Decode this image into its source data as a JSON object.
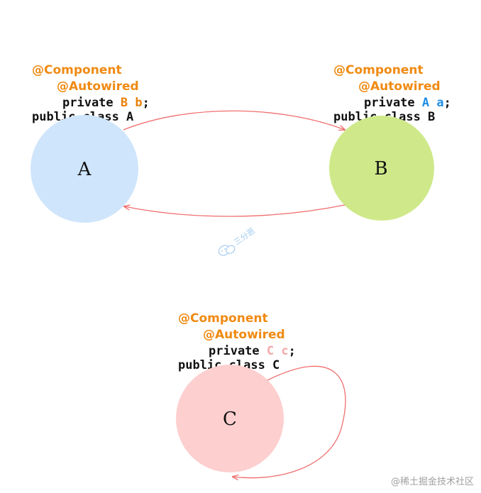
{
  "classes": {
    "a": {
      "annotation": "@Component",
      "declaration": "public class A",
      "field_annotation": "@Autowired",
      "field_keyword": "private",
      "field_type": "B",
      "field_name": "b",
      "field_end": ";",
      "node_label": "A",
      "node_color": "#cfe5fb",
      "type_color": "#e8820a",
      "name_color": "#e8820a"
    },
    "b": {
      "annotation": "@Component",
      "declaration": "public class B",
      "field_annotation": "@Autowired",
      "field_keyword": "private",
      "field_type": "A",
      "field_name": "a",
      "field_end": ";",
      "node_label": "B",
      "node_color": "#cfe98a",
      "type_color": "#1f8ee6",
      "name_color": "#1f8ee6"
    },
    "c": {
      "annotation": "@Component",
      "declaration": "public class C",
      "field_annotation": "@Autowired",
      "field_keyword": "private",
      "field_type": "C",
      "field_name": "c",
      "field_end": ";",
      "node_label": "C",
      "node_color": "#fdcfcf",
      "type_color": "#f5a8a8",
      "name_color": "#f5a8a8"
    }
  },
  "colors": {
    "annotation": "#f08a12",
    "arrow": "#f06e6e"
  },
  "watermark": {
    "text": "三分恶"
  },
  "footer": {
    "text": "@稀土掘金技术社区"
  }
}
